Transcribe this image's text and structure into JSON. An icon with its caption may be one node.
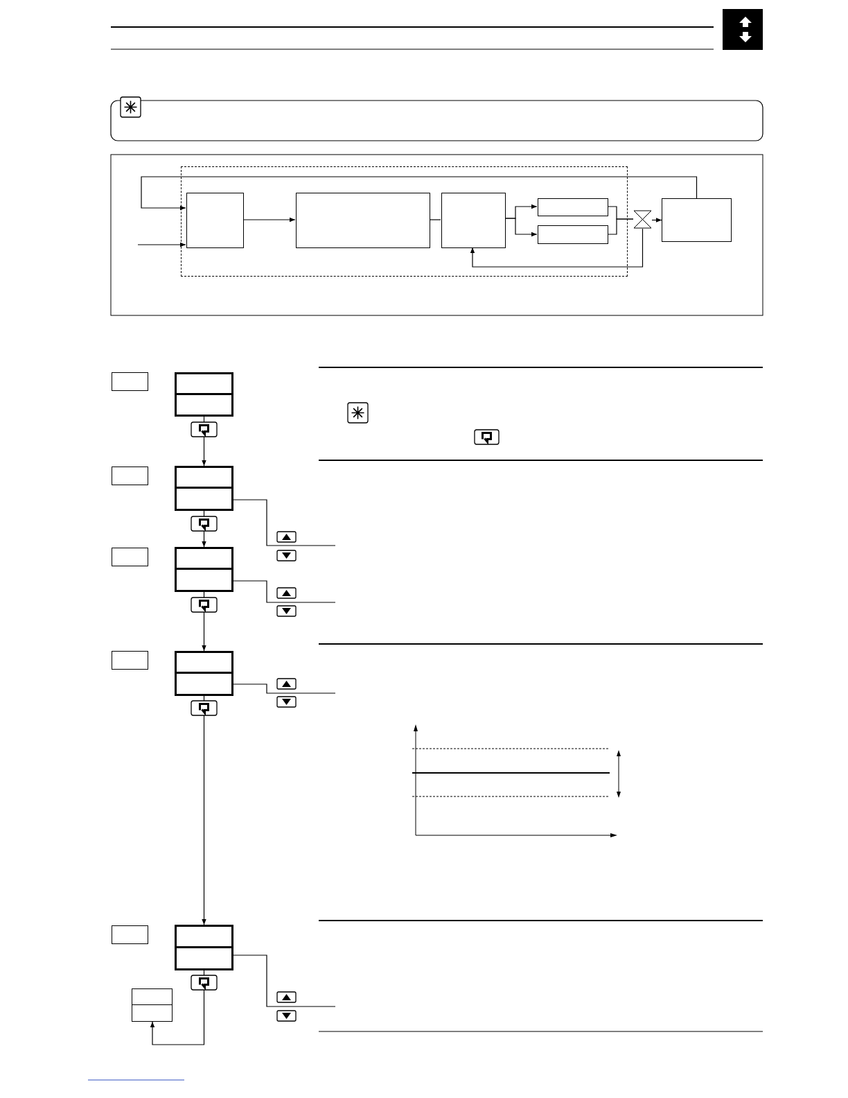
{
  "diagram": {
    "nodes": [
      {
        "text": [],
        "shape": "box"
      },
      {
        "text": [],
        "shape": "box",
        "in": 0
      },
      {
        "text": [],
        "shape": "box",
        "in": 0
      },
      {
        "text": [],
        "shape": "box",
        "in": 0
      },
      {
        "text": [],
        "shape": "box",
        "in": 0
      },
      {
        "text": [],
        "shape": "box",
        "in": 0
      },
      {
        "text": [],
        "shape": "valve"
      },
      {
        "text": [],
        "shape": "box"
      },
      {
        "text": [],
        "shape": "box"
      },
      {
        "text": [],
        "shape": "box"
      },
      {
        "text": [],
        "shape": "box"
      },
      {
        "text": [],
        "shape": "box"
      },
      {
        "text": [],
        "shape": "box"
      },
      {
        "text": [],
        "shape": "box"
      },
      {
        "text": [],
        "shape": "box"
      },
      {
        "text": [],
        "shape": "box"
      },
      {
        "text": [],
        "shape": "box"
      },
      {
        "text": [],
        "shape": "box"
      },
      {
        "text": [],
        "shape": "box"
      }
    ],
    "edges": [
      {
        "from": null,
        "to": 1,
        "arrow": "to"
      },
      {
        "from": 7,
        "to": 1,
        "arrow": "to"
      },
      {
        "from": 1,
        "to": 2,
        "arrow": "to"
      },
      {
        "from": 2,
        "to": 3,
        "arrow": "none"
      },
      {
        "from": 3,
        "to": 4,
        "arrow": "to"
      },
      {
        "from": 3,
        "to": 5,
        "arrow": "to"
      },
      {
        "from": 4,
        "to": 6,
        "arrow": "none"
      },
      {
        "from": 5,
        "to": 6,
        "arrow": "none"
      },
      {
        "from": 6,
        "to": 7,
        "arrow": "to"
      },
      {
        "from": 6,
        "to": 3,
        "arrow": "to"
      },
      {
        "from": 9,
        "to": 11,
        "arrow": "to"
      },
      {
        "from": 11,
        "to": 13,
        "arrow": "to"
      },
      {
        "from": 13,
        "to": 15,
        "arrow": "to"
      },
      {
        "from": 15,
        "to": 17,
        "arrow": "to"
      },
      {
        "from": 17,
        "to": 18,
        "arrow": "to"
      },
      {
        "from": 11,
        "to": null,
        "arrow": "none"
      },
      {
        "from": 13,
        "to": null,
        "arrow": "none"
      },
      {
        "from": 15,
        "to": null,
        "arrow": "none"
      },
      {
        "from": 17,
        "to": null,
        "arrow": "none"
      }
    ]
  }
}
